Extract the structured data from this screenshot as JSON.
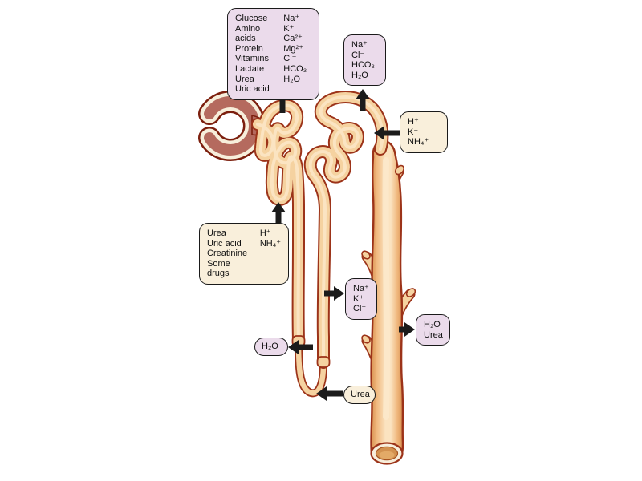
{
  "colors": {
    "page-bg": "#ffffff",
    "box-lavender": "#ebdbeb",
    "box-cream": "#f9efdb",
    "box-border": "#1a1a1a",
    "tube-outline": "#9c3319",
    "tube-fill": "#f5d2a0",
    "tube-highlight": "#fce9cb",
    "capsule-interior": "#b56a5e",
    "capsule-outline": "#7c1f0e",
    "capsule-band": "#f7eedb",
    "duct-edge": "#d8904e",
    "duct-mid": "#f0b87e",
    "duct-center": "#fbe3c0",
    "duct-hole": "#d2914f",
    "arrow": "#1b1b1b"
  },
  "boxes": {
    "pct_reabsorbed": {
      "left": [
        "Glucose",
        "Amino acids",
        "Protein",
        "Vitamins",
        "Lactate",
        "Urea",
        "Uric acid"
      ],
      "right": [
        "Na⁺",
        "K⁺",
        "Ca²⁺",
        "Mg²⁺",
        "Cl⁻",
        "HCO₃⁻",
        "H₂O"
      ]
    },
    "dct_reabsorbed": {
      "items": [
        "Na⁺",
        "Cl⁻",
        "HCO₃⁻",
        "H₂O"
      ]
    },
    "duct_secreted": {
      "items": [
        "H⁺",
        "K⁺",
        "NH₄⁺"
      ]
    },
    "pct_secreted": {
      "left": [
        "Urea",
        "Uric acid",
        "Creatinine",
        "Some drugs"
      ],
      "right": [
        "H⁺",
        "NH₄⁺"
      ]
    },
    "ascending_reabsorbed": {
      "items": [
        "Na⁺",
        "K⁺",
        "Cl⁻"
      ]
    },
    "duct_reabsorbed": {
      "items": [
        "H₂O",
        "Urea"
      ]
    },
    "descending_reabsorbed": {
      "items": [
        "H₂O"
      ]
    },
    "thin_loop_secreted": {
      "items": [
        "Urea"
      ]
    }
  }
}
